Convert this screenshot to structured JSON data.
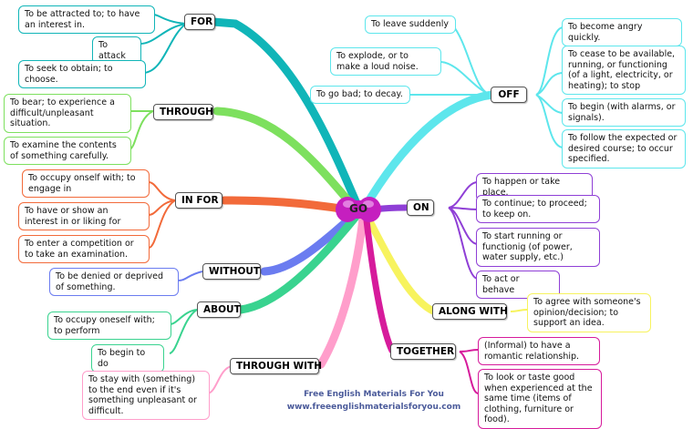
{
  "center": "GO",
  "colors": {
    "for": "#10b5b8",
    "through": "#7de05e",
    "in_for": "#f26a3a",
    "without": "#6b7cf0",
    "about": "#39d38f",
    "through_with": "#ff9ecb",
    "off": "#5de6ec",
    "on": "#8f3fd6",
    "along_with": "#f7f35e",
    "together": "#d61b9b",
    "center": "#c51fbf"
  },
  "branches": {
    "for": {
      "label": "FOR",
      "defs": [
        "To be attracted to; to have an interest in.",
        "To attack",
        "To seek to obtain; to choose."
      ]
    },
    "through": {
      "label": "THROUGH",
      "defs": [
        "To bear; to experience a difficult/unpleasant situation.",
        "To examine the contents of something carefully."
      ]
    },
    "in_for": {
      "label": "IN FOR",
      "defs": [
        "To occupy onself with; to engage in",
        "To have or show an interest in or liking for",
        "To enter a competition or to take an examination."
      ]
    },
    "without": {
      "label": "WITHOUT",
      "defs": [
        "To be denied or deprived of something."
      ]
    },
    "about": {
      "label": "ABOUT",
      "defs": [
        "To occupy oneself with; to perform",
        "To begin to do"
      ]
    },
    "through_with": {
      "label": "THROUGH WITH",
      "defs": [
        "To stay with (something) to the end even if it's something unpleasant or difficult."
      ]
    },
    "off": {
      "label": "OFF",
      "defs": [
        "To leave suddenly",
        "To explode, or to make a loud noise.",
        "To go bad; to decay.",
        "To become angry quickly.",
        "To cease to be available, running, or functioning (of a light, electricity, or heating); to stop",
        "To begin (with alarms, or signals).",
        "To follow the expected or desired course; to occur specified."
      ]
    },
    "on": {
      "label": "ON",
      "defs": [
        "To happen or take place.",
        "To continue; to proceed; to keep on.",
        "To start running or functionig (of power, water supply, etc.)",
        "To act or behave"
      ]
    },
    "along_with": {
      "label": "ALONG WITH",
      "defs": [
        "To agree with someone's opinion/decision; to support an idea."
      ]
    },
    "together": {
      "label": "TOGETHER",
      "defs": [
        "(Informal) to have a romantic relationship.",
        "To look or taste good when experienced at the same time (items of clothing, furniture or food)."
      ]
    }
  },
  "footer": {
    "line1": "Free English Materials For You",
    "line2": "www.freeenglishmaterialsforyou.com"
  }
}
